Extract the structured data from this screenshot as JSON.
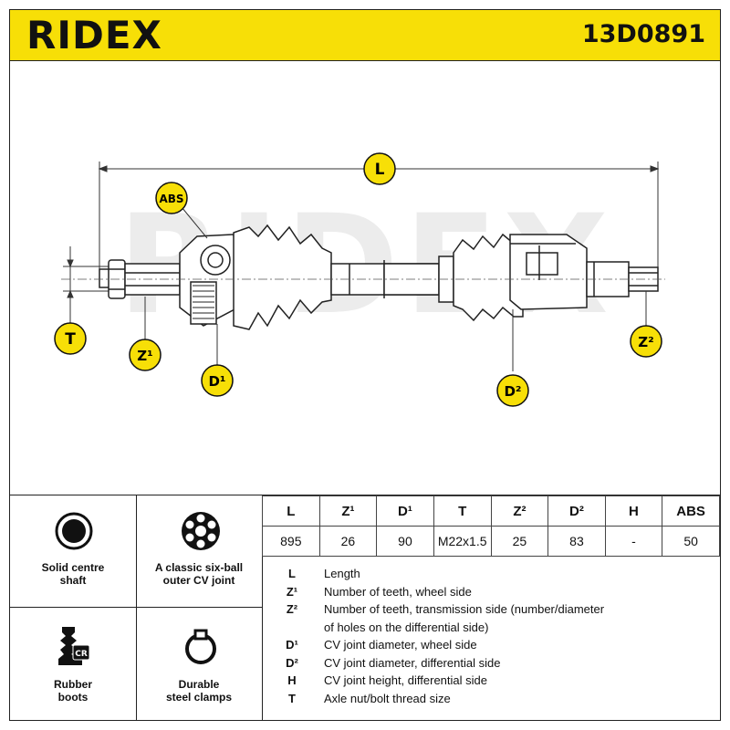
{
  "brand": "RIDEX",
  "part_number": "13D0891",
  "watermark": "RIDEX",
  "callouts": {
    "L": "L",
    "ABS": "ABS",
    "T": "T",
    "Z1": "Z¹",
    "D1": "D¹",
    "D2": "D²",
    "Z2": "Z²"
  },
  "features": [
    {
      "icon": "solid-centre-shaft-icon",
      "line1": "Solid centre",
      "line2": "shaft"
    },
    {
      "icon": "six-ball-cv-joint-icon",
      "line1": "A classic six-ball",
      "line2": "outer CV joint"
    },
    {
      "icon": "rubber-boot-icon",
      "line1": "Rubber",
      "line2": "boots",
      "badge": "CR"
    },
    {
      "icon": "steel-clamp-icon",
      "line1": "Durable",
      "line2": "steel clamps"
    }
  ],
  "spec_headers": [
    "L",
    "Z¹",
    "D¹",
    "T",
    "Z²",
    "D²",
    "H",
    "ABS"
  ],
  "spec_values": [
    "895",
    "26",
    "90",
    "M22x1.5",
    "25",
    "83",
    "-",
    "50"
  ],
  "legend": [
    {
      "symbol": "L",
      "text": "Length"
    },
    {
      "symbol": "Z¹",
      "text": "Number of teeth, wheel side"
    },
    {
      "symbol": "Z²",
      "text": "Number of teeth, transmission side (number/diameter"
    },
    {
      "symbol": "",
      "text": "of holes on the differential side)"
    },
    {
      "symbol": "D¹",
      "text": "CV joint diameter, wheel side"
    },
    {
      "symbol": "D²",
      "text": "CV joint diameter, differential side"
    },
    {
      "symbol": "H",
      "text": "CV joint height, differential side"
    },
    {
      "symbol": "T",
      "text": "Axle nut/bolt thread size"
    }
  ]
}
